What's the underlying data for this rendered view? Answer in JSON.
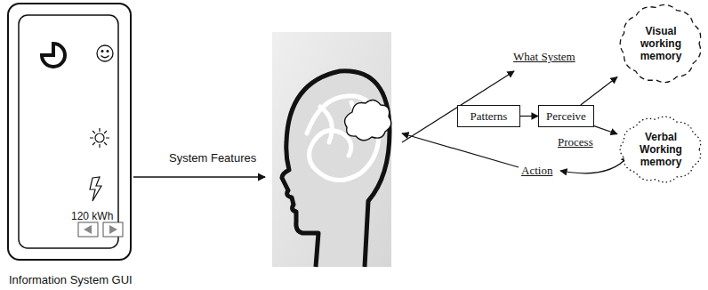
{
  "diagram": {
    "nodes": [
      {
        "text": [
          "120 kWh",
          "Information System GUI"
        ]
      },
      {
        "text": [
          "Patterns"
        ]
      },
      {
        "text": [
          "Perceive"
        ]
      },
      {
        "text": [
          "Visual working memory"
        ]
      },
      {
        "text": [
          "Verbal Working memory"
        ]
      }
    ],
    "edges": [
      {
        "from": 1,
        "to": 2,
        "arrow": "to"
      },
      {
        "from": 2,
        "to": 3,
        "arrow": "to"
      },
      {
        "from": 2,
        "to": 4,
        "arrow": "to"
      }
    ],
    "labels": [
      "System Features",
      "What System",
      "Process",
      "Action"
    ]
  }
}
